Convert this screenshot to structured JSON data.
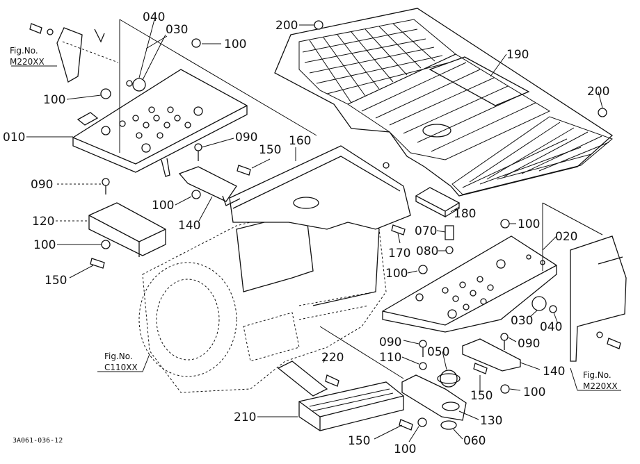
{
  "part_labels": {
    "p040_top": "040",
    "p030_top": "030",
    "p100_a": "100",
    "p100_b": "100",
    "p010": "010",
    "p090_a": "090",
    "p150_a": "150",
    "p160": "160",
    "p090_b": "090",
    "p100_c": "100",
    "p140_a": "140",
    "p120": "120",
    "p100_d": "100",
    "p150_b": "150",
    "p200_a": "200",
    "p190": "190",
    "p200_b": "200",
    "p180": "180",
    "p070": "070",
    "p100_e": "100",
    "p020": "020",
    "p170": "170",
    "p080": "080",
    "p100_f": "100",
    "p030_bot": "030",
    "p040_bot": "040",
    "p090_c": "090",
    "p050": "050",
    "p090_d": "090",
    "p110": "110",
    "p220": "220",
    "p140_b": "140",
    "p150_c": "150",
    "p100_g": "100",
    "p210": "210",
    "p130": "130",
    "p150_d": "150",
    "p100_h": "100",
    "p060": "060"
  },
  "fig_refs": {
    "fig_top_left_1": "Fig.No.",
    "fig_top_left_2": "M220XX",
    "fig_mid_left_1": "Fig.No.",
    "fig_mid_left_2": "C110XX",
    "fig_bot_right_1": "Fig.No.",
    "fig_bot_right_2": "M220XX"
  },
  "drawing_code": "3A061-036-12"
}
